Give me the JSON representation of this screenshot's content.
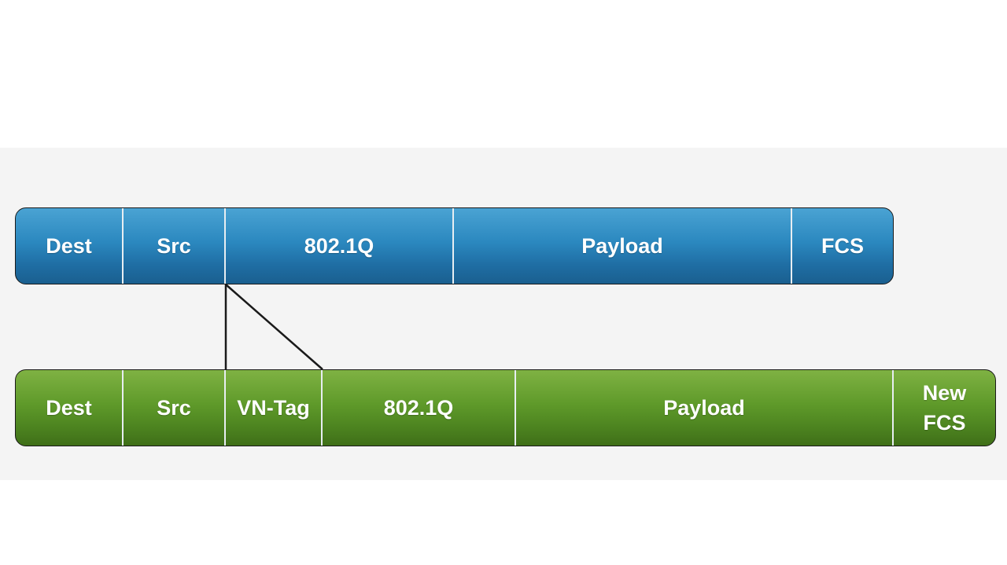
{
  "original_frame": {
    "fields": [
      {
        "label": "Dest"
      },
      {
        "label": "Src"
      },
      {
        "label": "802.1Q"
      },
      {
        "label": "Payload"
      },
      {
        "label": "FCS"
      }
    ],
    "color": "#2b88bf"
  },
  "tagged_frame": {
    "fields": [
      {
        "label": "Dest"
      },
      {
        "label": "Src"
      },
      {
        "label": "VN-Tag"
      },
      {
        "label": "802.1Q"
      },
      {
        "label": "Payload"
      },
      {
        "label": "New\nFCS"
      }
    ],
    "color": "#5f9a2a"
  },
  "connector_color": "#1a1a1a",
  "divider_color": "#e8eef2"
}
